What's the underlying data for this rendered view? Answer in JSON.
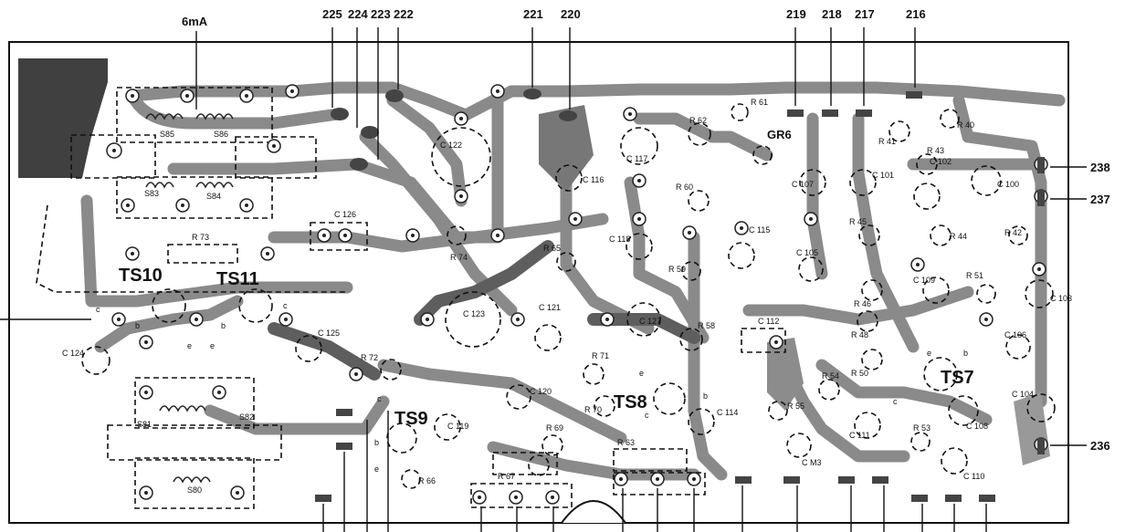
{
  "current_label": "6mA",
  "top_pin_numbers": [
    "225",
    "224",
    "223",
    "222",
    "221",
    "220",
    "219",
    "218",
    "217",
    "216"
  ],
  "right_pin_numbers": [
    "238",
    "237",
    "236"
  ],
  "transistors": [
    "TS10",
    "TS11",
    "TS9",
    "TS8",
    "TS7"
  ],
  "components": {
    "capacitors": [
      "C 122",
      "C 117",
      "C 116",
      "C 118",
      "C 115",
      "C 107",
      "C 101",
      "C 102",
      "C 100",
      "C 105",
      "C 109",
      "C 103",
      "C 126",
      "C 123",
      "C 121",
      "C 127",
      "C 112",
      "C 125",
      "C 124",
      "C 120",
      "C 119",
      "C 114",
      "C 106",
      "C 104",
      "C 108",
      "C 111",
      "C 110",
      "C M3"
    ],
    "resistors": [
      "R 61",
      "R 62",
      "R 60",
      "R 41",
      "R 40",
      "R 43",
      "R 42",
      "R 45",
      "R 44",
      "R 46",
      "R 51",
      "R 48",
      "R 50",
      "R 54",
      "R 55",
      "R 53",
      "R 59",
      "R 65",
      "R 74",
      "R 73",
      "R 72",
      "R 71",
      "R 70",
      "R 69",
      "R 67",
      "R 66",
      "R 63",
      "R 58"
    ],
    "coils": [
      "S85",
      "S86",
      "S83",
      "S84",
      "S81",
      "S82",
      "S80"
    ],
    "diode": "GR6"
  },
  "terminal_letters": [
    "e",
    "b",
    "c"
  ]
}
